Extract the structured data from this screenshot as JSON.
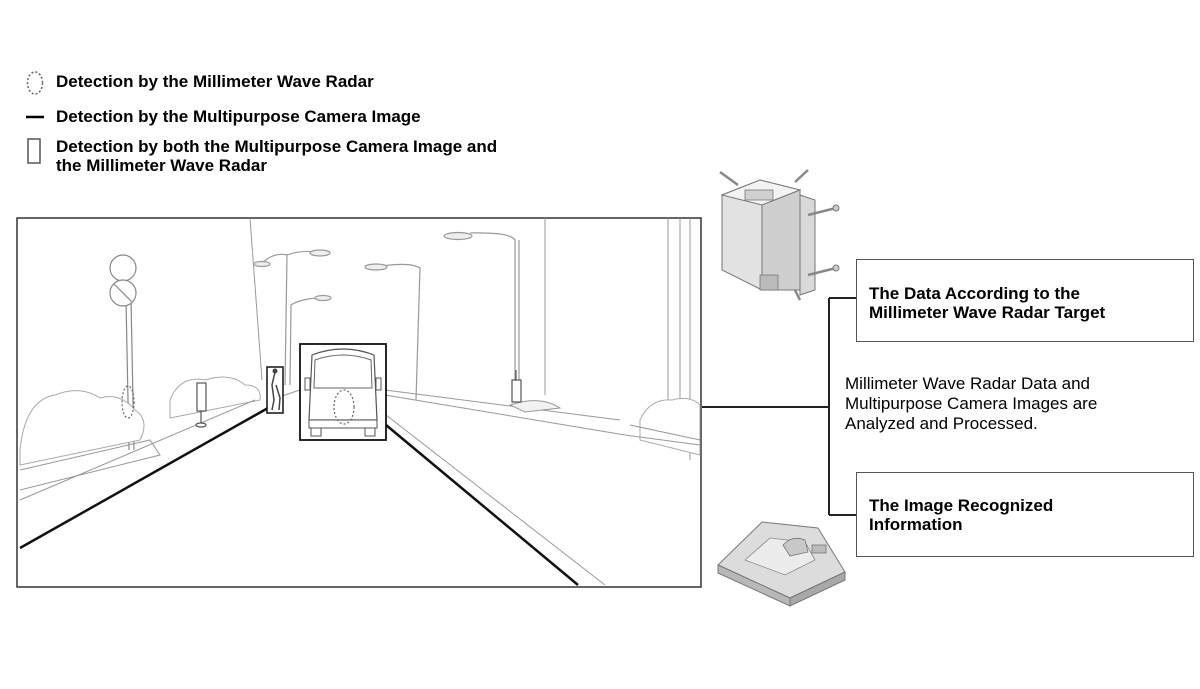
{
  "legend": {
    "radar": "Detection by the Millimeter Wave Radar",
    "camera": "Detection by the Multipurpose Camera Image",
    "both_line1": "Detection by both the Multipurpose Camera Image and",
    "both_line2": "the Millimeter Wave Radar"
  },
  "boxes": {
    "radar_target_line1": "The Data According to the",
    "radar_target_line2": "Millimeter Wave Radar Target",
    "image_info_line1": "The Image Recognized",
    "image_info_line2": "Information"
  },
  "processing": {
    "line1": "Millimeter Wave Radar Data and",
    "line2": "Multipurpose Camera Images are",
    "line3": "Analyzed and Processed."
  },
  "icons": {
    "radar_sensor": "millimeter-wave-radar-sensor-icon",
    "camera_unit": "multipurpose-camera-unit-icon"
  }
}
